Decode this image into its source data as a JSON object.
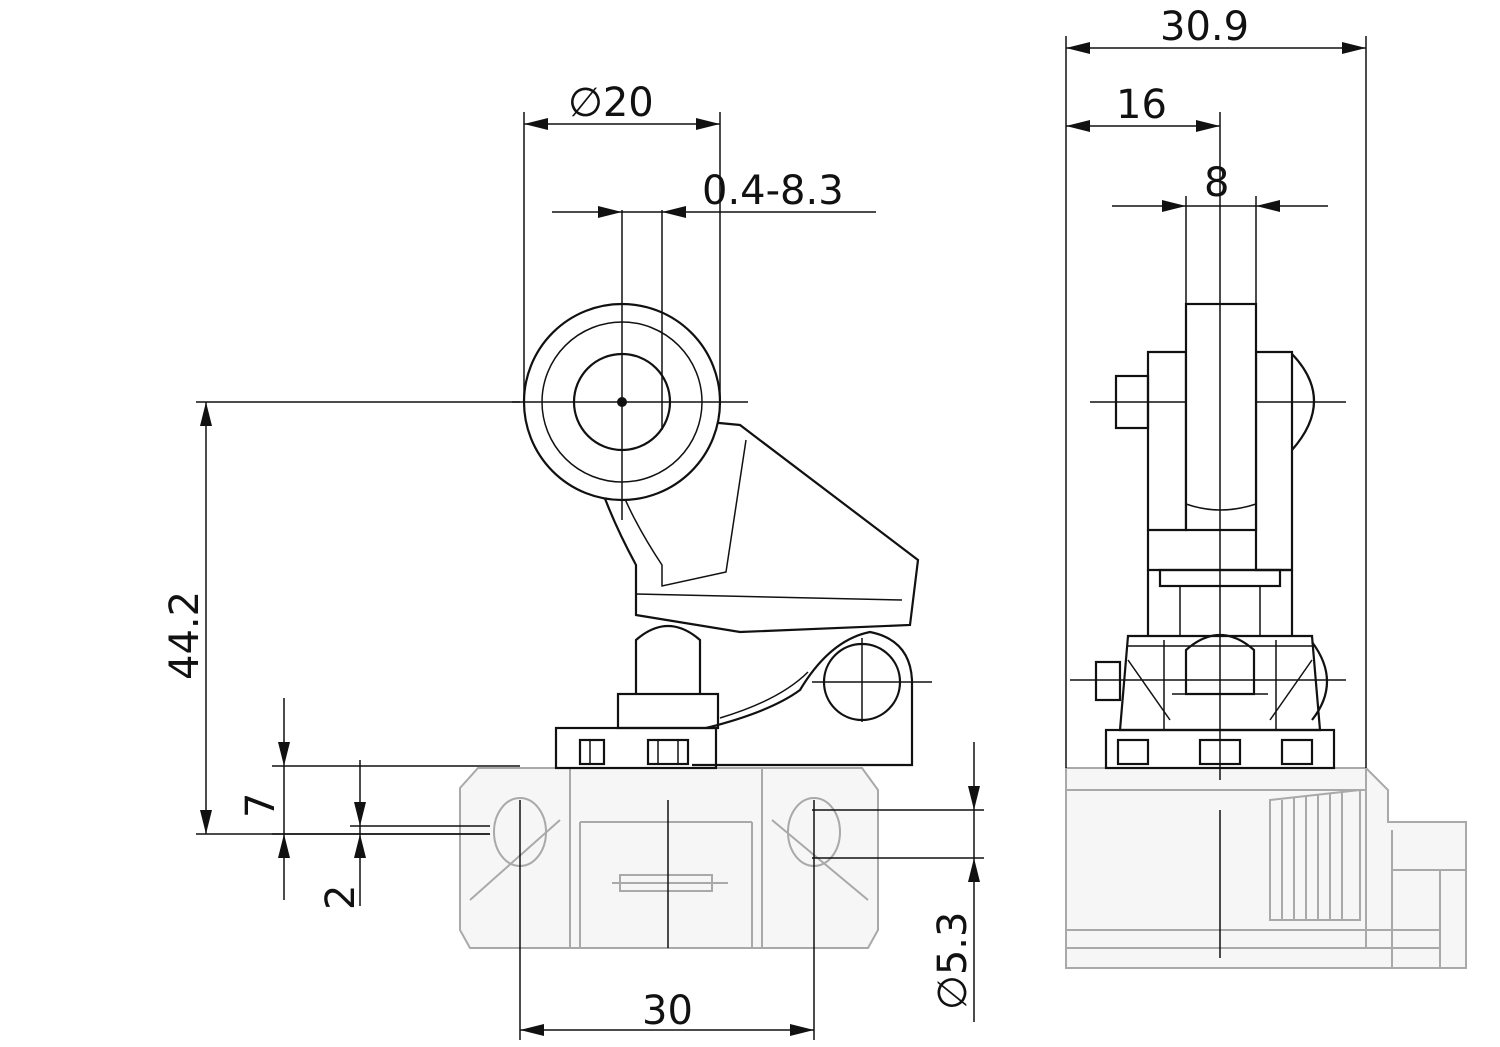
{
  "diagram": {
    "type": "technical drawing",
    "colors": {
      "line": "#111111",
      "housing": "#a9a9a9"
    },
    "dimensions": {
      "roller_diameter": "∅20",
      "offset_range": "0.4-8.3",
      "height": "44.2",
      "base_thickness": "7",
      "base_step": "2",
      "hole_spacing": "30",
      "hole_diameter": "∅5.3",
      "overall_width": "30.9",
      "half_width": "16",
      "roller_width": "8"
    }
  }
}
